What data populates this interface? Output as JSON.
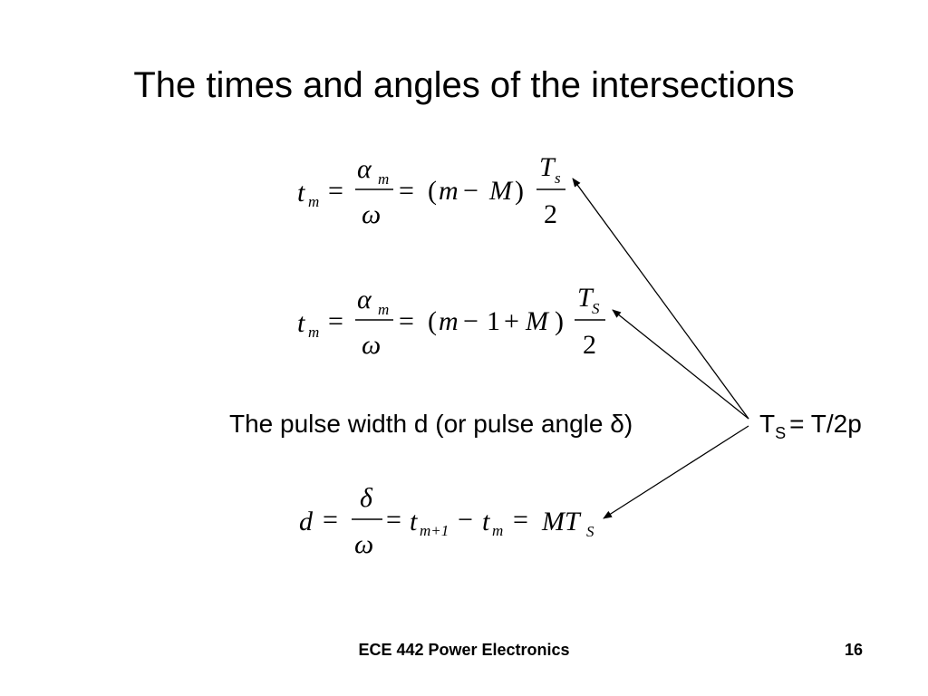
{
  "slide": {
    "title": "The times and angles of the intersections",
    "pulse_text": "The pulse width d (or pulse angle δ)",
    "ts_main": "T",
    "ts_sub": "S",
    "ts_rest": "= T/2p",
    "footer_center": "ECE 442 Power Electronics",
    "footer_page": "16"
  },
  "equations": {
    "eq1": "t_m = α_m / ω = (m − M) T_s / 2",
    "eq2": "t_m = α_m / ω = (m − 1 + M) T_S / 2",
    "eq3": "d = δ / ω = t_m+1 − t_m = M T_S",
    "sym": {
      "t": "t",
      "m": "m",
      "eq": "=",
      "alpha": "α",
      "omega": "ω",
      "lparen": "(",
      "rparen": ")",
      "minus": "−",
      "plus": "+",
      "M": "M",
      "T": "T",
      "s": "s",
      "S": "S",
      "two": "2",
      "one": "1",
      "d": "d",
      "delta": "δ",
      "mp1": "m+1",
      "MT": "MT"
    }
  }
}
